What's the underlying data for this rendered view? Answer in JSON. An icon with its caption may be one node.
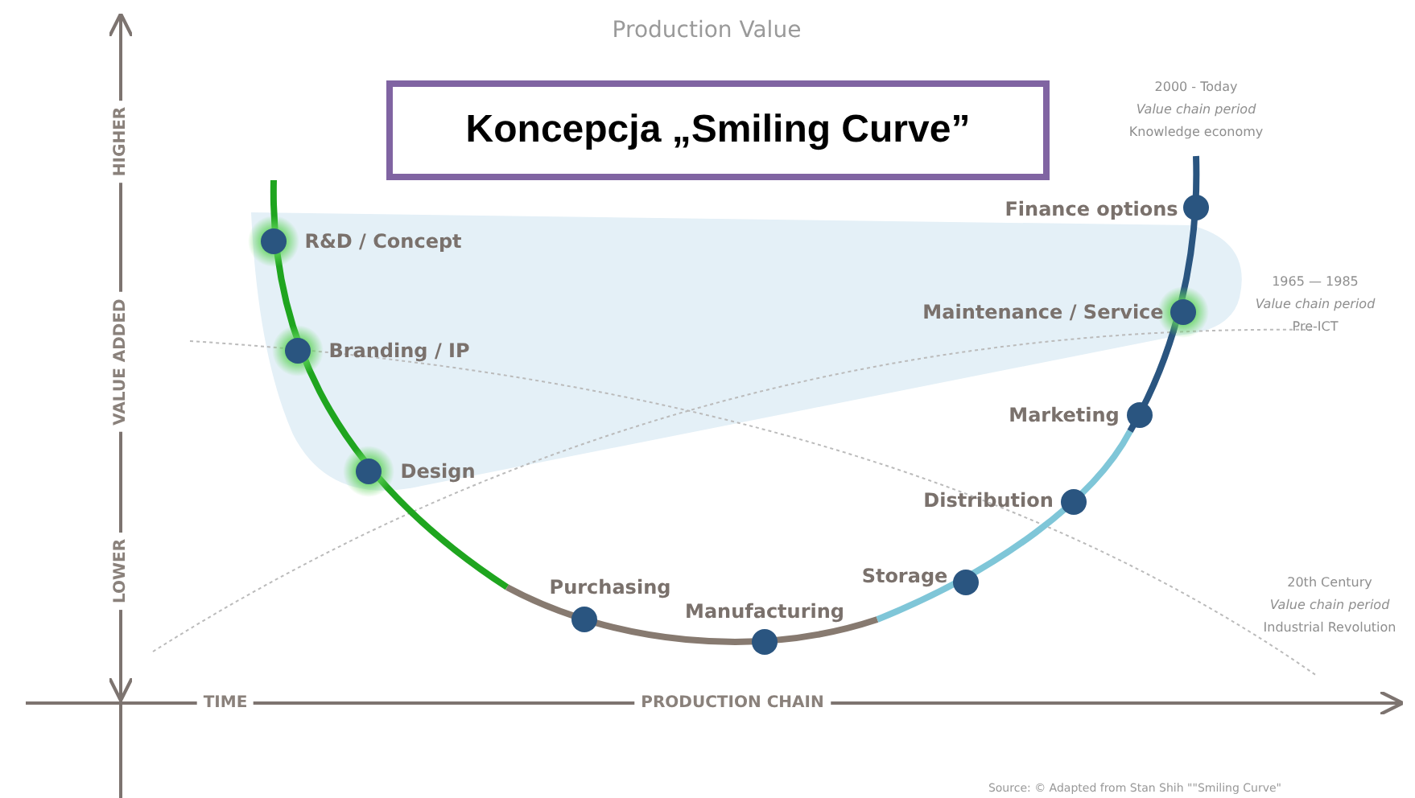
{
  "diagram": {
    "title": "Koncepcja „Smiling Curve”",
    "labels": [
      "Production Value",
      "HIGHER",
      "VALUE ADDED",
      "LOWER",
      "2000 - Today",
      "Value chain period",
      "Knowledge economy",
      "R&D / Concept",
      "Finance options",
      "1965 — 1985",
      "Value chain period",
      "Pre-ICT",
      "Maintenance / Service",
      "Branding / IP",
      "Marketing",
      "Design",
      "Distribution",
      "Purchasing",
      "Storage",
      "Manufacturing",
      "20th Century",
      "Value chain period",
      "Industrial Revolution",
      "TIME",
      "PRODUCTION CHAIN",
      "Source: © Adapted from Stan Shih \"\"Smiling Curve\""
    ]
  }
}
